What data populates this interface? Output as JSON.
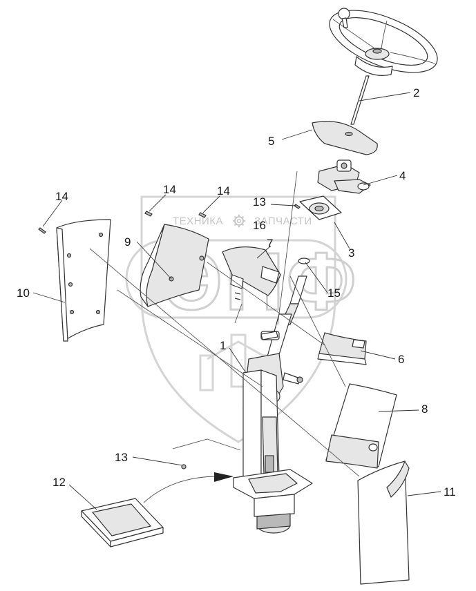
{
  "watermark": {
    "brand_left": "ТЕХНИКА",
    "brand_right": "ЗАПЧАСТИ",
    "big_letters": "ЭПФ",
    "gear_icon": "gear-icon"
  },
  "callouts": [
    {
      "id": "c2",
      "label": "2"
    },
    {
      "id": "c5",
      "label": "5"
    },
    {
      "id": "c4",
      "label": "4"
    },
    {
      "id": "c14a",
      "label": "14"
    },
    {
      "id": "c14b",
      "label": "14"
    },
    {
      "id": "c14c",
      "label": "14"
    },
    {
      "id": "c13a",
      "label": "13"
    },
    {
      "id": "c16",
      "label": "16"
    },
    {
      "id": "c3",
      "label": "3"
    },
    {
      "id": "c9",
      "label": "9"
    },
    {
      "id": "c7",
      "label": "7"
    },
    {
      "id": "c10",
      "label": "10"
    },
    {
      "id": "c15",
      "label": "15"
    },
    {
      "id": "c1",
      "label": "1"
    },
    {
      "id": "c6",
      "label": "6"
    },
    {
      "id": "c8",
      "label": "8"
    },
    {
      "id": "c13b",
      "label": "13"
    },
    {
      "id": "c12",
      "label": "12"
    },
    {
      "id": "c11",
      "label": "11"
    }
  ]
}
